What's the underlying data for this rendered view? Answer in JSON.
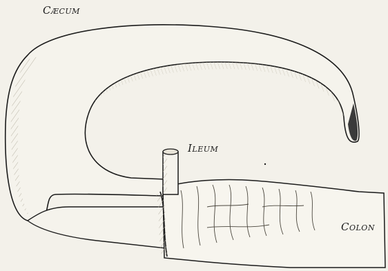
{
  "labels": {
    "caecum": "Cæcum",
    "ileum": "Ileum",
    "colon": "Colon"
  },
  "colors": {
    "paper": "#f3f1ea",
    "ink": "#1b1b1b"
  }
}
